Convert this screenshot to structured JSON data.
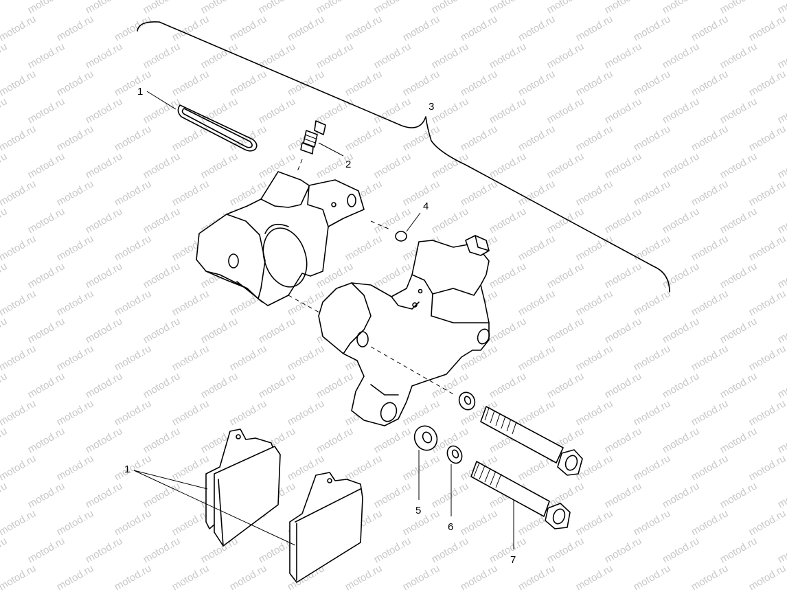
{
  "watermark": {
    "text": "motod.ru"
  },
  "callouts": {
    "pad_retainer": "1",
    "bleeder": "2",
    "caliper_assembly": "3",
    "o_ring": "4",
    "washer_large": "5",
    "washer_small": "6",
    "bolt": "7",
    "brake_pads": "1"
  }
}
